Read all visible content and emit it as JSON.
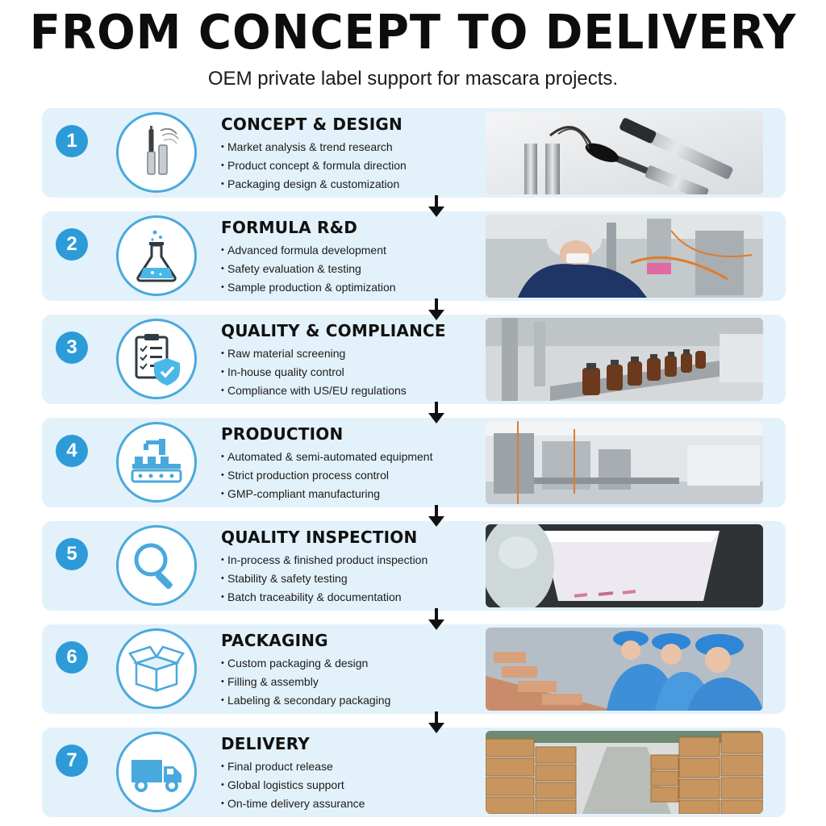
{
  "header": {
    "title": "FROM CONCEPT TO DELIVERY",
    "subtitle": "OEM private label support for mascara projects."
  },
  "steps": [
    {
      "number": "1",
      "title": "CONCEPT & DESIGN",
      "icon": "mascara-icon",
      "photo": "mascara-product-photo",
      "items": [
        "Market analysis & trend research",
        "Product concept & formula direction",
        "Packaging design & customization"
      ]
    },
    {
      "number": "2",
      "title": "FORMULA R&D",
      "icon": "flask-icon",
      "photo": "lab-technician-photo",
      "items": [
        "Advanced formula development",
        "Safety evaluation & testing",
        "Sample production & optimization"
      ]
    },
    {
      "number": "3",
      "title": "QUALITY & COMPLIANCE",
      "icon": "clipboard-shield-icon",
      "photo": "bottle-production-line-photo",
      "items": [
        "Raw material screening",
        "In-house quality control",
        "Compliance with US/EU regulations"
      ]
    },
    {
      "number": "4",
      "title": "PRODUCTION",
      "icon": "factory-robot-arm-icon",
      "photo": "production-facility-photo",
      "items": [
        "Automated & semi-automated equipment",
        "Strict production process control",
        "GMP-compliant manufacturing"
      ]
    },
    {
      "number": "5",
      "title": "QUALITY INSPECTION",
      "icon": "magnifier-icon",
      "photo": "inspection-booth-photo",
      "items": [
        "In-process & finished product inspection",
        "Stability & safety testing",
        "Batch traceability & documentation"
      ]
    },
    {
      "number": "6",
      "title": "PACKAGING",
      "icon": "open-box-icon",
      "photo": "packaging-workers-photo",
      "items": [
        "Custom packaging & design",
        "Filling & assembly",
        "Labeling & secondary packaging"
      ]
    },
    {
      "number": "7",
      "title": "DELIVERY",
      "icon": "delivery-truck-icon",
      "photo": "warehouse-boxes-photo",
      "items": [
        "Final product release",
        "Global logistics support",
        "On-time delivery assurance"
      ]
    }
  ],
  "colors": {
    "accent": "#2d9bd8",
    "card_background": "#e3f1fa",
    "icon_outline": "#49a9dd"
  }
}
